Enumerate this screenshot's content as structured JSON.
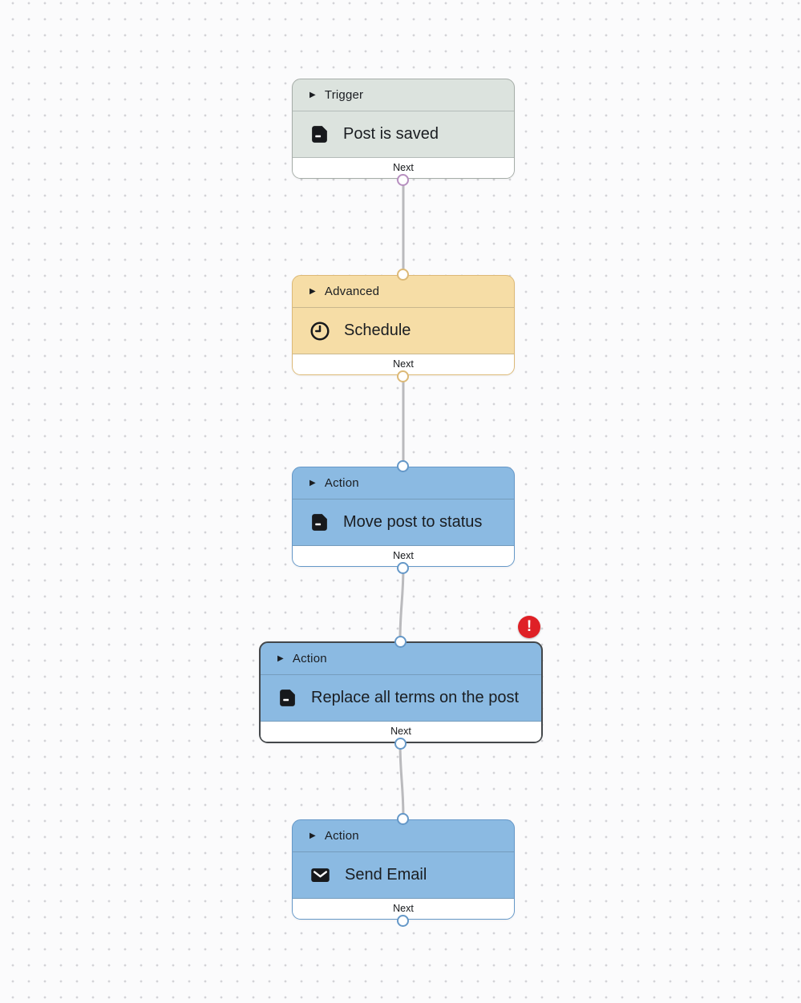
{
  "canvas": {
    "background": "#fbfbfc",
    "dot_color": "#d3d3d7",
    "connector_color": "#bababd"
  },
  "error_badge": {
    "symbol": "!",
    "color": "#df2026"
  },
  "nodes": [
    {
      "category": "Trigger",
      "label": "Post is saved",
      "icon": "post-icon",
      "next_label": "Next",
      "fill": "#dce3de",
      "border": "#a6ada8",
      "port_color": "#b78fc0",
      "selected": false,
      "has_error": false
    },
    {
      "category": "Advanced",
      "label": "Schedule",
      "icon": "clock-icon",
      "next_label": "Next",
      "fill": "#f6dda6",
      "border": "#dcb977",
      "port_color": "#dcb977",
      "selected": false,
      "has_error": false
    },
    {
      "category": "Action",
      "label": "Move post to status",
      "icon": "post-icon",
      "next_label": "Next",
      "fill": "#8bbae2",
      "border": "#6598c8",
      "port_color": "#6598c8",
      "selected": false,
      "has_error": false
    },
    {
      "category": "Action",
      "label": "Replace all terms on the post",
      "icon": "post-icon",
      "next_label": "Next",
      "fill": "#8bbae2",
      "border": "#43474a",
      "port_color": "#6598c8",
      "selected": true,
      "has_error": true
    },
    {
      "category": "Action",
      "label": "Send Email",
      "icon": "email-icon",
      "next_label": "Next",
      "fill": "#8bbae2",
      "border": "#6598c8",
      "port_color": "#6598c8",
      "selected": false,
      "has_error": false
    }
  ]
}
